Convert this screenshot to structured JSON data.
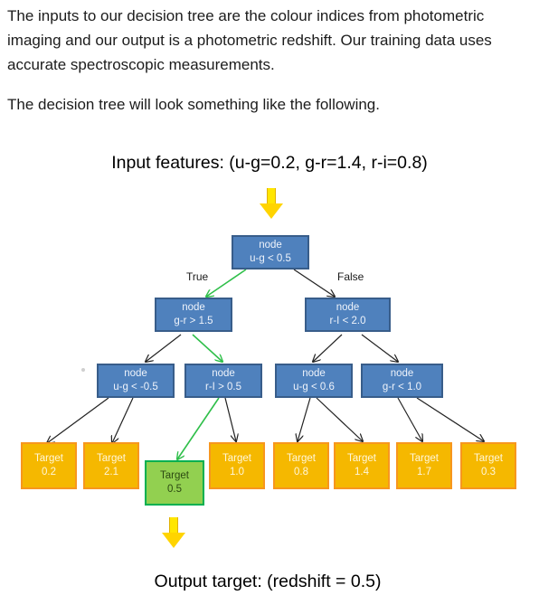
{
  "intro": {
    "paragraph1": "The inputs to our decision tree are the colour indices from photometric imaging and our output is a photometric redshift. Our training data uses accurate spectroscopic measurements.",
    "paragraph2": "The decision tree will look something like the following."
  },
  "diagram": {
    "input_label": "Input features: (u-g=0.2, g-r=1.4, r-i=0.8)",
    "output_label": "Output target: (redshift = 0.5)",
    "branch_true": "True",
    "branch_false": "False",
    "nodes": {
      "root": {
        "title": "node",
        "condition": "u-g < 0.5"
      },
      "left": {
        "title": "node",
        "condition": "g-r > 1.5"
      },
      "right": {
        "title": "node",
        "condition": "r-I < 2.0"
      },
      "ll": {
        "title": "node",
        "condition": "u-g < -0.5"
      },
      "lr": {
        "title": "node",
        "condition": "r-I > 0.5"
      },
      "rl": {
        "title": "node",
        "condition": "u-g < 0.6"
      },
      "rr": {
        "title": "node",
        "condition": "g-r < 1.0"
      }
    },
    "targets": [
      {
        "title": "Target",
        "value": "0.2"
      },
      {
        "title": "Target",
        "value": "2.1"
      },
      {
        "title": "Target",
        "value": "0.5"
      },
      {
        "title": "Target",
        "value": "1.0"
      },
      {
        "title": "Target",
        "value": "0.8"
      },
      {
        "title": "Target",
        "value": "1.4"
      },
      {
        "title": "Target",
        "value": "1.7"
      },
      {
        "title": "Target",
        "value": "0.3"
      }
    ],
    "colors": {
      "node_fill": "#4f81bd",
      "target_fill": "#f5b800",
      "selected_fill": "#92d050",
      "selected_path": "#2fbf4a",
      "input_arrow": "#ffd400"
    }
  }
}
